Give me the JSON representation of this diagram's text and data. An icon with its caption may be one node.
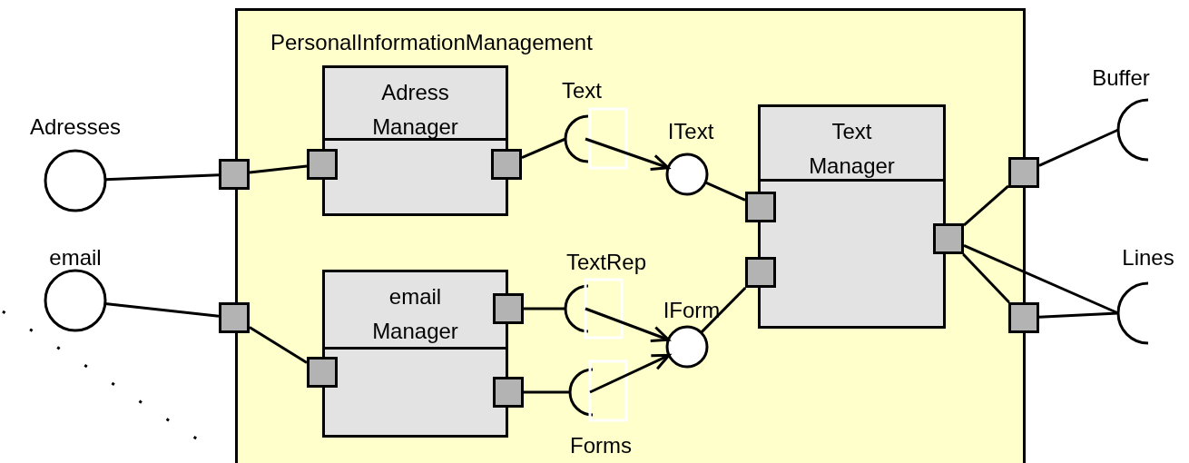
{
  "diagram": {
    "nodes": [
      {
        "text": [
          "PersonalInformationManagement"
        ]
      },
      {
        "text": [
          "Adress Manager"
        ],
        "in": 0
      },
      {
        "text": [
          "email Manager"
        ],
        "in": 0
      },
      {
        "text": [
          "Text Manager"
        ],
        "in": 0
      },
      {
        "text": [
          "Adresses"
        ]
      },
      {
        "text": [
          "email"
        ]
      },
      {
        "text": [
          "Text"
        ],
        "in": 0
      },
      {
        "text": [
          "IText"
        ],
        "in": 0
      },
      {
        "text": [
          "TextRep"
        ],
        "in": 0
      },
      {
        "text": [
          "IForm"
        ],
        "in": 0
      },
      {
        "text": [
          "Forms"
        ],
        "in": 0
      },
      {
        "text": [
          "Buffer"
        ]
      },
      {
        "text": [
          "Lines"
        ]
      },
      {
        "text": [],
        "shape": "box"
      },
      {
        "text": [],
        "shape": "box"
      },
      {
        "text": [],
        "shape": "box",
        "in": 0
      },
      {
        "text": [],
        "shape": "box",
        "in": 0
      },
      {
        "text": [],
        "shape": "box",
        "in": 0
      },
      {
        "text": [],
        "shape": "box",
        "in": 0
      },
      {
        "text": [],
        "shape": "box",
        "in": 0
      },
      {
        "text": [],
        "shape": "box",
        "in": 0
      },
      {
        "text": [],
        "shape": "box",
        "in": 0
      },
      {
        "text": [],
        "shape": "box",
        "in": 0
      },
      {
        "text": [],
        "shape": "box"
      },
      {
        "text": [],
        "shape": "box"
      }
    ],
    "edges": [
      {
        "from": 4,
        "to": 13,
        "arrow": "none"
      },
      {
        "from": 13,
        "to": 15,
        "arrow": "none"
      },
      {
        "from": 16,
        "to": 6,
        "arrow": "none"
      },
      {
        "from": 6,
        "to": 7,
        "arrow": "to"
      },
      {
        "from": 7,
        "to": 20,
        "arrow": "none"
      },
      {
        "from": 5,
        "to": 14,
        "arrow": "none"
      },
      {
        "from": 14,
        "to": 18,
        "arrow": "none"
      },
      {
        "from": 17,
        "to": 8,
        "arrow": "none"
      },
      {
        "from": 8,
        "to": 9,
        "arrow": "to"
      },
      {
        "from": 19,
        "to": 10,
        "arrow": "none"
      },
      {
        "from": 10,
        "to": 9,
        "arrow": "to"
      },
      {
        "from": 9,
        "to": 21,
        "arrow": "none"
      },
      {
        "from": 22,
        "to": 23,
        "arrow": "none"
      },
      {
        "from": 22,
        "to": 24,
        "arrow": "none"
      },
      {
        "from": 22,
        "to": 12,
        "arrow": "none"
      },
      {
        "from": 23,
        "to": 11,
        "arrow": "none"
      },
      {
        "from": 24,
        "to": 12,
        "arrow": "none"
      }
    ]
  }
}
